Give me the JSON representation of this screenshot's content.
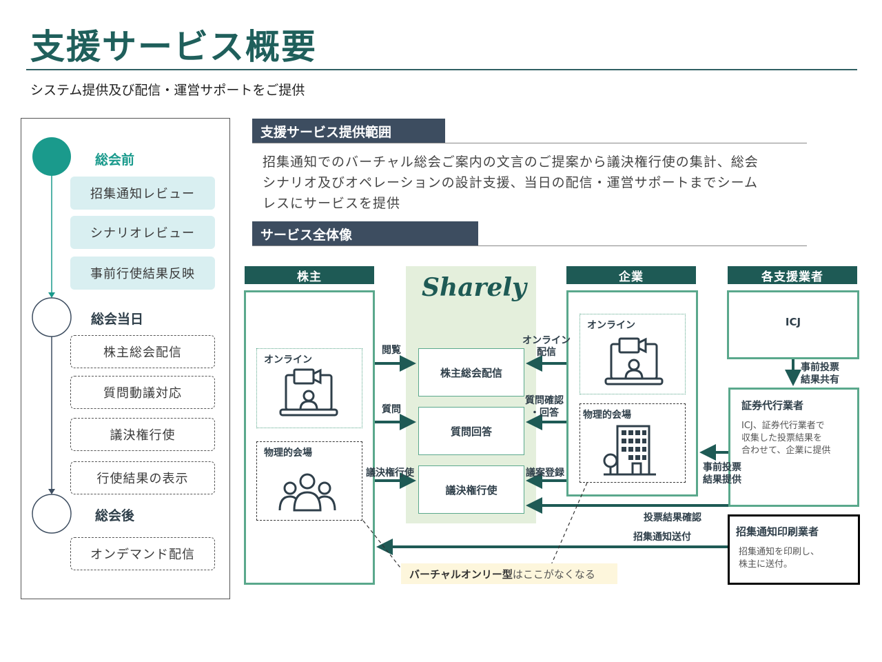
{
  "page": {
    "title": "支援サービス概要",
    "subtitle": "システム提供及び配信・運営サポートをご提供"
  },
  "timeline": {
    "phases": [
      {
        "label": "総会前",
        "steps": [
          "招集通知レビュー",
          "シナリオレビュー",
          "事前行使結果反映"
        ]
      },
      {
        "label": "総会当日",
        "steps": [
          "株主総会配信",
          "質問動議対応",
          "議決権行使",
          "行使結果の表示"
        ]
      },
      {
        "label": "総会後",
        "steps": [
          "オンデマンド配信"
        ]
      }
    ]
  },
  "scope": {
    "header": "支援サービス提供範囲",
    "description_lines": [
      "招集通知でのバーチャル総会ご案内の文言のご提案から議決権行使の集計、総会",
      "シナリオ及びオペレーションの設計支援、当日の配信・運営サポートまでシーム",
      "レスにサービスを提供"
    ]
  },
  "overview": {
    "header": "サービス全体像",
    "columns": {
      "shareholder": "株主",
      "company": "企業",
      "vendors": "各支援業者"
    },
    "platform": {
      "logo": "Sharely",
      "boxes": [
        "株主総会配信",
        "質問回答",
        "議決権行使"
      ]
    },
    "shareholder_modes": {
      "online": "オンライン",
      "venue": "物理的会場"
    },
    "company_modes": {
      "online": "オンライン",
      "venue": "物理的会場"
    },
    "left_flows": [
      "閲覧",
      "質問",
      "議決権行使"
    ],
    "right_flows": {
      "delivery_line1": "オンライン",
      "delivery_line2": "配信",
      "qa_line1": "質問確認",
      "qa_line2": "・回答",
      "agenda": "議案登録"
    },
    "icj": {
      "label": "ICJ"
    },
    "icj_flow": {
      "line1": "事前投票",
      "line2": "結果共有"
    },
    "transfer_agent": {
      "title": "証券代行業者",
      "desc_lines": [
        "ICJ、証券代行業者で",
        "収集した投票結果を",
        "合わせて、企業に提供"
      ]
    },
    "agent_flow": {
      "line1": "事前投票",
      "line2": "結果提供"
    },
    "vote_check": "投票結果確認",
    "notice_send": "招集通知送付",
    "printer": {
      "title": "招集通知印刷業者",
      "desc_lines": [
        "招集通知を印刷し、",
        "株主に送付。"
      ]
    },
    "note": {
      "bold": "バーチャルオンリー型",
      "rest": "はここがなくなる"
    }
  },
  "colors": {
    "brand_teal": "#1f5f5b",
    "header_navy": "#3d4d60",
    "accent_green": "#5aa88c",
    "platform_bg": "#e4efdc",
    "note_bg": "#fdf6dc"
  }
}
